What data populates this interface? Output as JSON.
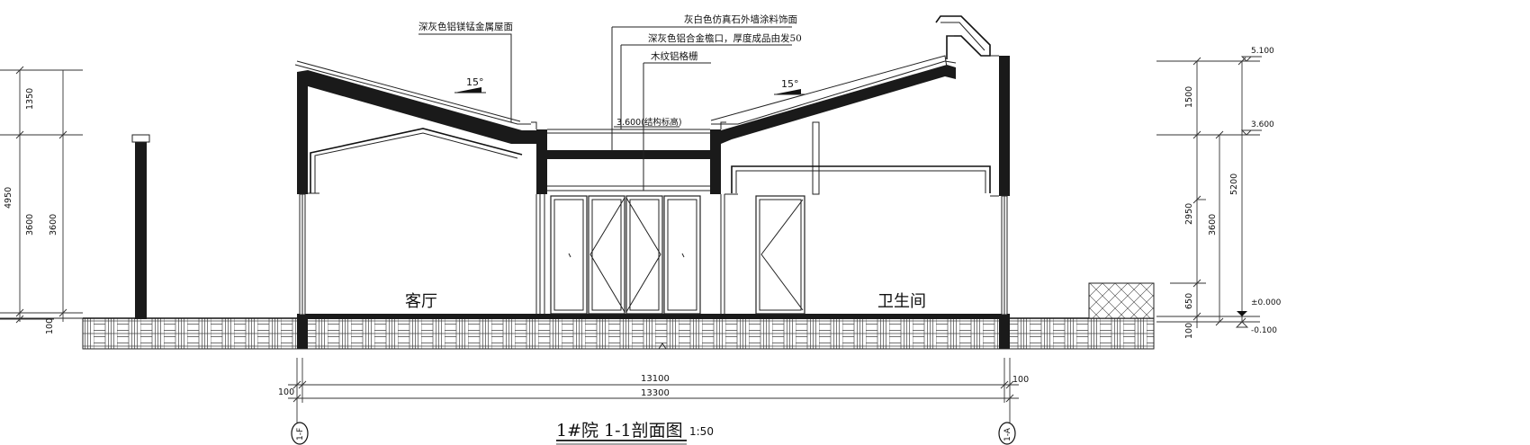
{
  "title": {
    "main": "1#院 1-1剖面图",
    "scale": "1:50"
  },
  "callouts": {
    "roof_material": "深灰色铝镁锰金属屋面",
    "wall_coating": "灰白色仿真石外墙涂料饰面",
    "eave_material": "深灰色铝合金檐口，厚度成品由发50",
    "wood_grain": "木纹铝格栅"
  },
  "roof_slopes": [
    "15°",
    "15°"
  ],
  "rooms": {
    "living_room": "客厅",
    "bathroom": "卫生间"
  },
  "level_marks": {
    "interior": "3.600(结构标高)",
    "right": [
      "5.100",
      "3.600",
      "±0.000",
      "-0.100"
    ]
  },
  "left_dimensions": {
    "outer": [
      "1350",
      "4950",
      "100"
    ],
    "inner": [
      "3600",
      "3600"
    ]
  },
  "right_dimensions": {
    "col1": [
      "1500",
      "2950",
      "650",
      "100"
    ],
    "col2": [
      "3600"
    ],
    "col3": [
      "5200"
    ]
  },
  "bottom_dimensions": {
    "inner_span": "13100",
    "outer_span": "13300",
    "left_edge": "100",
    "right_edge": "100"
  },
  "axis_labels": [
    "1-F",
    "1-A"
  ]
}
